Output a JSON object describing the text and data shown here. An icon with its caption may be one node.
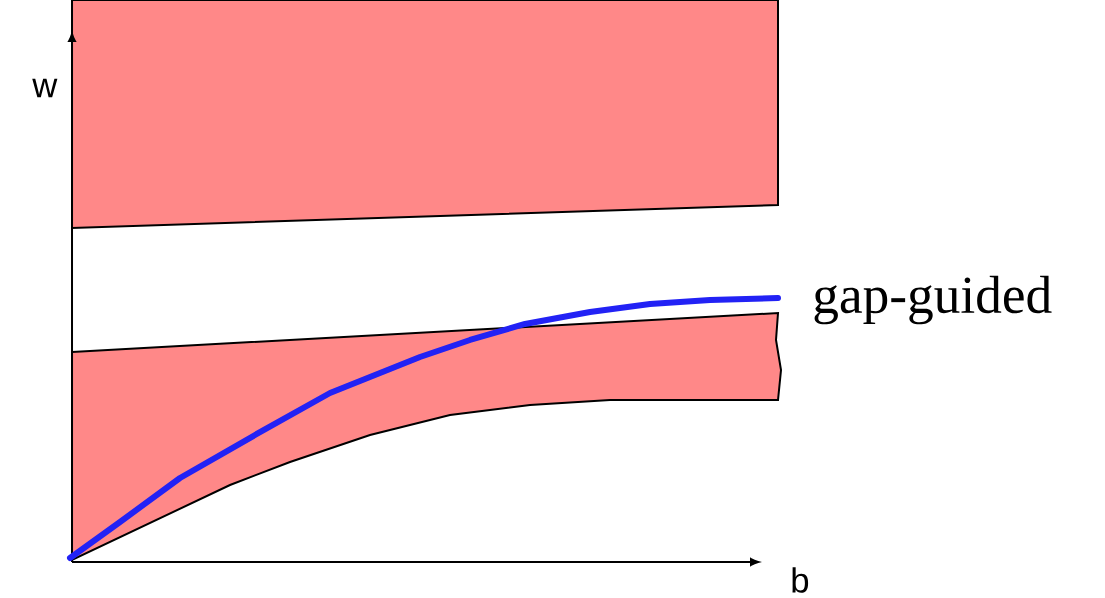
{
  "diagram": {
    "labels": [
      "w",
      "gap-guided",
      "b"
    ]
  }
}
